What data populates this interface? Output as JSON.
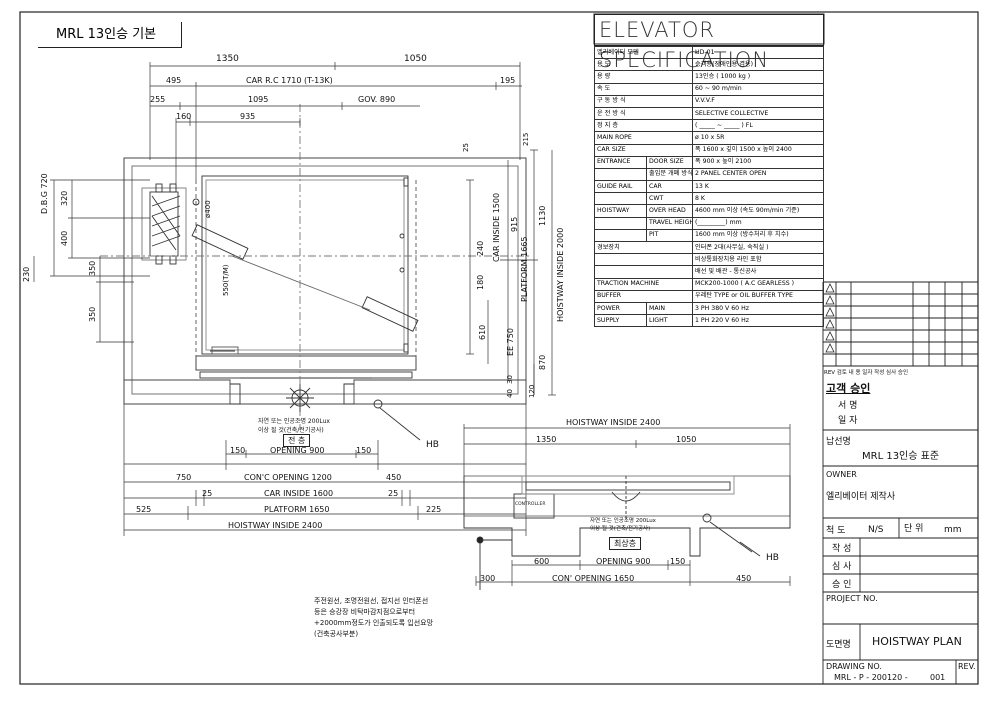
{
  "sheet_title": "MRL 13인승 기본",
  "spec": {
    "header": "ELEVATOR  SPECIFICATION",
    "rows": [
      {
        "k": "엘리베이터 모델",
        "v": "HD-01"
      },
      {
        "k": "용          도",
        "v": "승객용(장애인용 겸용)"
      },
      {
        "k": "용          량",
        "v": "13인승  ( 1000 kg )"
      },
      {
        "k": "속          도",
        "v": "60 ~ 90  m/min"
      },
      {
        "k": "구  동   방  식",
        "v": "V.V.V.F"
      },
      {
        "k": "운  전   방  식",
        "v": "SELECTIVE COLLECTIVE"
      },
      {
        "k": "정    지    층",
        "v": "( _____ ~ _____ ) FL"
      },
      {
        "k": "MAIN ROPE",
        "v": "ø 10 x 5R"
      },
      {
        "k": "CAR SIZE",
        "v": "폭 1600 x 깊이 1500 x 높이 2400"
      },
      {
        "k": "ENTRANCE",
        "s": "DOOR SIZE",
        "v": "폭 900 x 높이 2100"
      },
      {
        "k": "",
        "s": "출입문 개폐 방식",
        "v": "2 PANEL  CENTER  OPEN"
      },
      {
        "k": "GUIDE RAIL",
        "s": "CAR",
        "v": "13 K"
      },
      {
        "k": "",
        "s": "CWT",
        "v": "8 K"
      },
      {
        "k": "HOISTWAY",
        "s": "OVER HEAD",
        "v": "4600 mm 이상 (속도 90m/min 기준)"
      },
      {
        "k": "",
        "s": "TRAVEL HEIGHT",
        "v": "(_________) mm"
      },
      {
        "k": "",
        "s": "PIT",
        "v": "1600 mm 이상 (방수처리 후 치수)"
      },
      {
        "k": "경보장치",
        "v": "인터폰 2대(사무실, 숙직실 )"
      },
      {
        "k": "",
        "v": "비상통화장치용 라인 포함"
      },
      {
        "k": "",
        "v": "배선 및 배관 - 통신공사"
      },
      {
        "k": "TRACTION MACHINE",
        "v": "MCK200-1000 ( A.C  GEARLESS )"
      },
      {
        "k": "BUFFER",
        "v": "우레탄 TYPE or OIL BUFFER TYPE"
      },
      {
        "k": "POWER",
        "s": "MAIN",
        "v": "3 PH   380 V   60 Hz"
      },
      {
        "k": "SUPPLY",
        "s": "LIGHT",
        "v": "1 PH   220 V   60 Hz"
      }
    ]
  },
  "title_block": {
    "rev_header": "REV 검토   내    용      일자 작성 심사 승인",
    "approval": "고객 승인",
    "sign": "서 명",
    "date": "일 자",
    "site_label": "납선명",
    "site": "MRL 13인승 표준",
    "owner": "OWNER",
    "maker": "엘리베이터 제작사",
    "scale_label": "척 도",
    "scale": "N/S",
    "unit_label": "단 위",
    "unit": "mm",
    "drawn": "작 성",
    "checked": "심 사",
    "approved": "승 인",
    "project": "PROJECT NO.",
    "dwg_title_label": "도면명",
    "dwg_title": "HOISTWAY PLAN",
    "dwg_no_label": "DRAWING NO.",
    "dwg_no": "MRL - P - 200120 -",
    "dwg_no2": "001",
    "rev": "REV."
  },
  "plan": {
    "d1350": "1350",
    "d1050": "1050",
    "d495": "495",
    "car_rc": "CAR R.C 1710 (T-13K)",
    "d195": "195",
    "d255": "255",
    "d1095": "1095",
    "gov": "GOV. 890",
    "d160": "160",
    "d935": "935",
    "dbg": "D.B.G 720",
    "d320": "320",
    "d400": "400",
    "d230": "230",
    "d350a": "350",
    "d350b": "350",
    "phi400": "ø400",
    "d550": "550(T/M)",
    "d25": "25",
    "d215": "215",
    "d240": "240",
    "d180": "180",
    "car_inside": "CAR INSIDE 1500",
    "d915": "915",
    "platform_v": "PLATFORM 1665",
    "d1130": "1130",
    "hoist_v": "HOISTWAY INSIDE 2000",
    "d610": "610",
    "ee750": "EE 750",
    "d870": "870",
    "d30": "30",
    "d40": "40",
    "d120": "120",
    "lux_note1": "자연 또는 인공조명 200Lux",
    "lux_note2": "이상 될 것(건축/전기공사)",
    "box_label": "전 층",
    "d150a": "150",
    "opening": "OPENING  900",
    "d150b": "150",
    "d750": "750",
    "cons_opening": "CON'C  OPENING  1200",
    "d450": "450",
    "d25b": "25",
    "car_inside_h": "CAR  INSIDE  1600",
    "d25c": "25",
    "d525": "525",
    "platform_h": "PLATFORM  1650",
    "d225": "225",
    "hoist_h": "HOISTWAY  INSIDE  2400",
    "hb1": "HB"
  },
  "detail": {
    "hoist": "HOISTWAY  INSIDE  2400",
    "d1350": "1350",
    "d1050": "1050",
    "controller": "CONTROLLER",
    "lux1": "자연 또는 인공조명 200Lux",
    "lux2": "이상 될 것(건축/전기공사)",
    "box": "최상층",
    "d600": "600",
    "opening": "OPENING  900",
    "d150": "150",
    "d300": "300",
    "cons_opening": "CON'  OPENING  1650",
    "d450": "450",
    "hb2": "HB"
  },
  "note": {
    "l1": "주전원선, 조명전원선, 접지선 인터폰선",
    "l2": "등은 승강장 비탁마감지점으로부터",
    "l3": "+2000mm정도가 인출되도록 입선요망",
    "l4": "(건축공사부분)"
  }
}
